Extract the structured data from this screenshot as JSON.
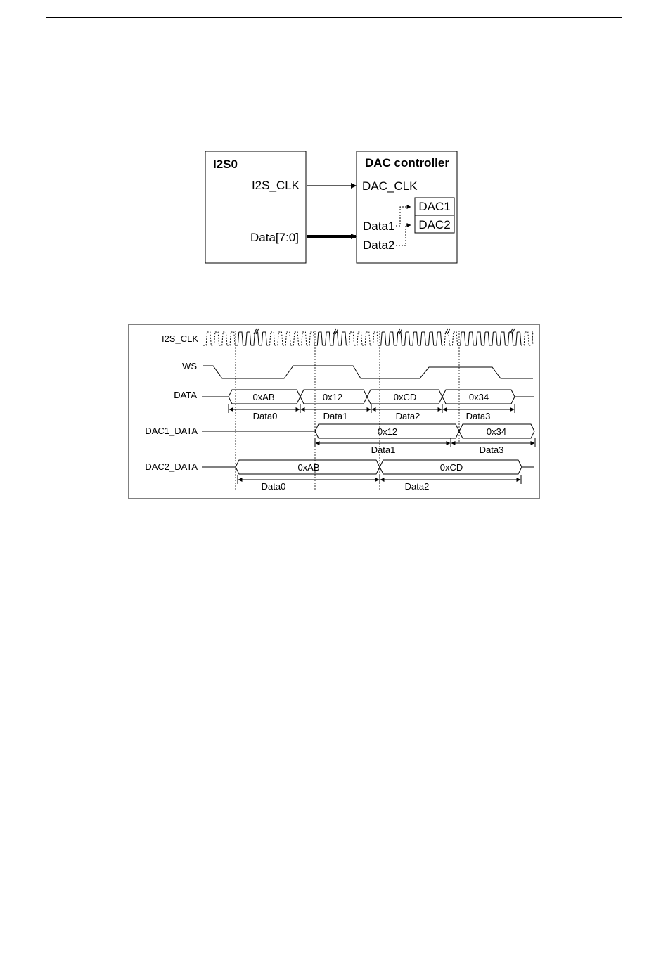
{
  "block_diagram": {
    "i2s_block": {
      "title": "I2S0",
      "clk_port": "I2S_CLK",
      "data_port": "Data[7:0]"
    },
    "dac_block": {
      "title": "DAC  controller",
      "clk_port": "DAC_CLK",
      "data1_port": "Data1",
      "data2_port": "Data2",
      "dac1_label": "DAC1",
      "dac2_label": "DAC2"
    }
  },
  "timing_diagram": {
    "signals": {
      "clk": "I2S_CLK",
      "ws": "WS",
      "data": "DATA",
      "dac1": "DAC1_DATA",
      "dac2": "DAC2_DATA"
    },
    "data_bus": {
      "values": [
        "0xAB",
        "0x12",
        "0xCD",
        "0x34"
      ],
      "labels": [
        "Data0",
        "Data1",
        "Data2",
        "Data3"
      ]
    },
    "dac1_bus": {
      "values": [
        "0x12",
        "0x34"
      ],
      "labels": [
        "Data1",
        "Data3"
      ]
    },
    "dac2_bus": {
      "values": [
        "0xAB",
        "0xCD"
      ],
      "labels": [
        "Data0",
        "Data2"
      ]
    }
  }
}
